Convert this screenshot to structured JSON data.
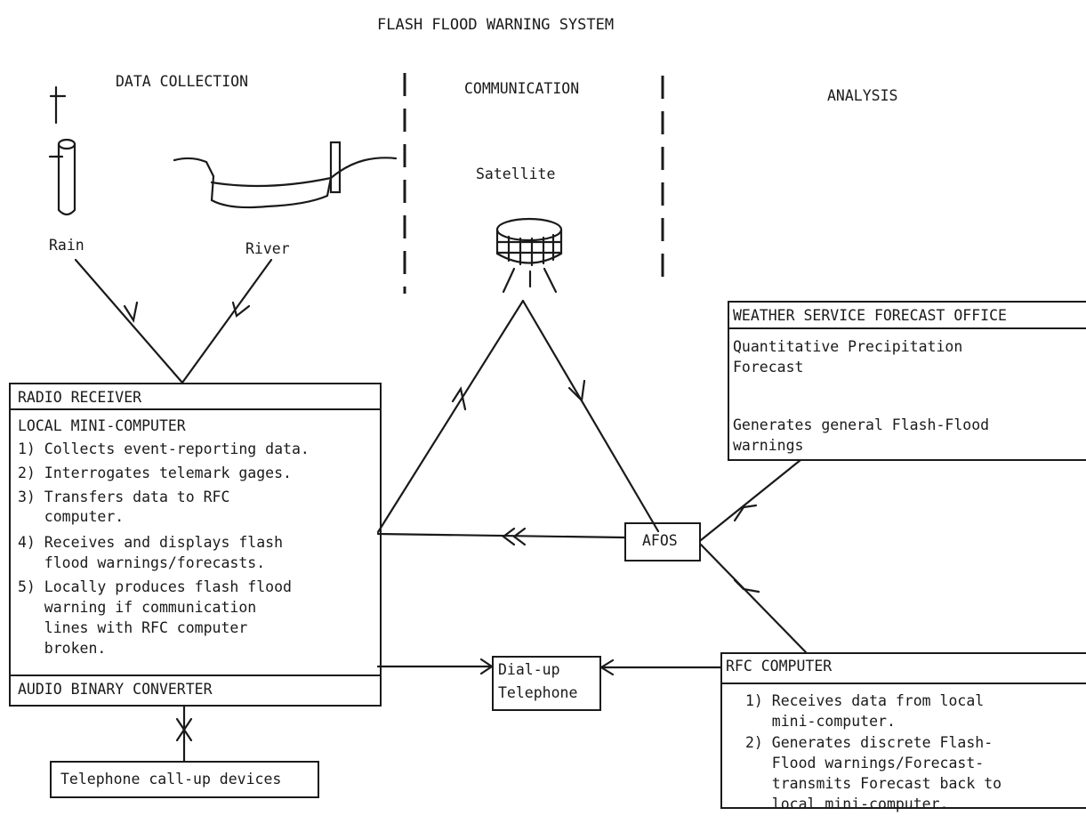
{
  "title": "FLASH FLOOD WARNING SYSTEM",
  "sections": {
    "data_collection": "DATA COLLECTION",
    "communication": "COMMUNICATION",
    "analysis": "ANALYSIS"
  },
  "labels": {
    "rain": "Rain",
    "river": "River",
    "satellite": "Satellite",
    "afos": "AFOS"
  },
  "radio_receiver": {
    "header": "RADIO RECEIVER",
    "subheader": "LOCAL MINI-COMPUTER",
    "items": [
      "1) Collects event-reporting data.",
      "2) Interrogates telemark gages.",
      "3) Transfers data to RFC",
      "   computer.",
      "4) Receives and displays flash",
      "   flood warnings/forecasts.",
      "5) Locally produces flash flood",
      "   warning if communication",
      "   lines with RFC computer",
      "   broken."
    ],
    "footer": "AUDIO BINARY CONVERTER"
  },
  "telephone_devices": "Telephone call-up devices",
  "dialup": {
    "line1": "Dial-up",
    "line2": "Telephone"
  },
  "weather_office": {
    "header": "WEATHER SERVICE FORECAST OFFICE",
    "lines": [
      "Quantitative Precipitation",
      "Forecast",
      "",
      "Generates general Flash-Flood",
      "warnings"
    ]
  },
  "rfc_computer": {
    "header": "RFC COMPUTER",
    "items": [
      "1) Receives data from local",
      "   mini-computer.",
      "2) Generates discrete Flash-",
      "   Flood warnings/Forecast-",
      "   transmits Forecast back to",
      "   local mini-computer."
    ]
  }
}
